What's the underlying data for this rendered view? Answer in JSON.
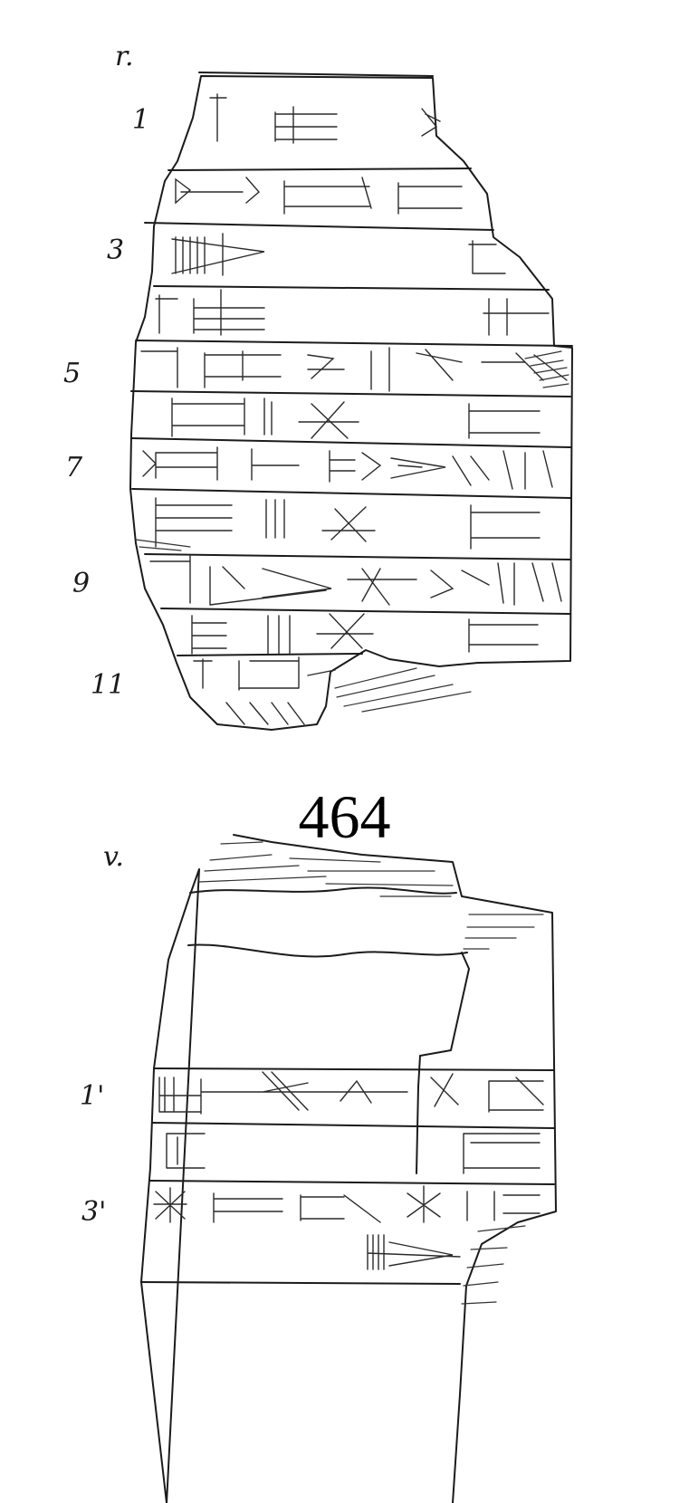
{
  "obverse": {
    "side_label": "r.",
    "line_numbers": [
      "1",
      "3",
      "5",
      "7",
      "9",
      "11"
    ]
  },
  "tablet_number": "464",
  "reverse": {
    "side_label": "v.",
    "line_numbers": [
      "1'",
      "3'"
    ]
  }
}
